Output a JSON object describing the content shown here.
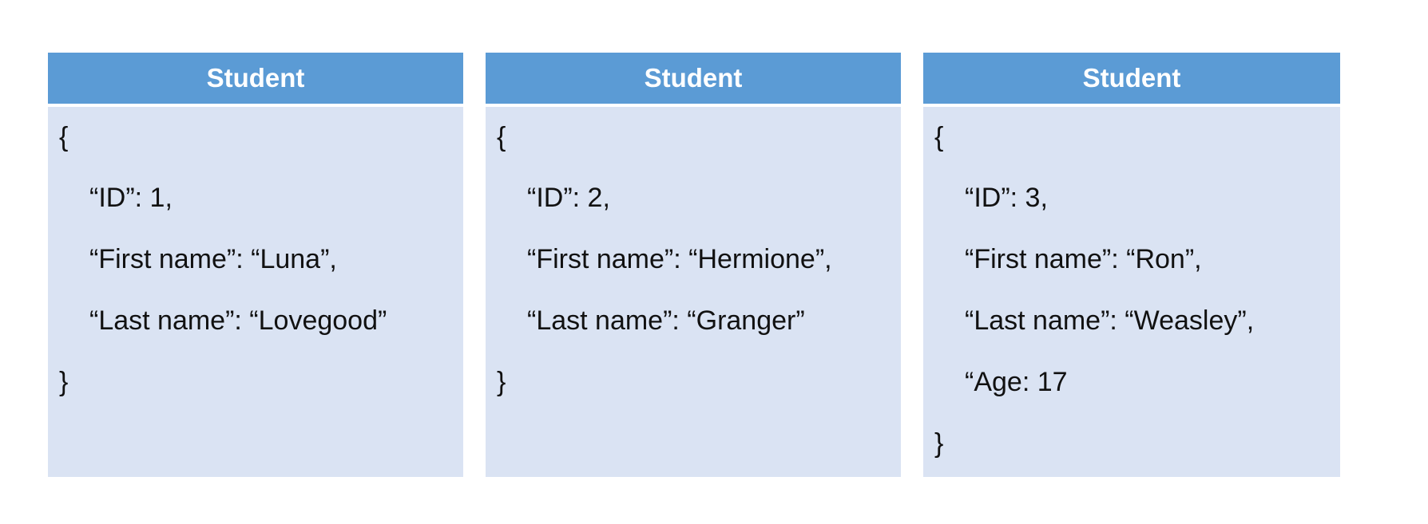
{
  "cards": [
    {
      "header": "Student",
      "lines": [
        "{",
        "“ID”: 1,",
        "“First name”: “Luna”,",
        "“Last name”: “Lovegood”",
        "}"
      ]
    },
    {
      "header": "Student",
      "lines": [
        "{",
        "“ID”: 2,",
        "“First name”: “Hermione”,",
        "“Last name”: “Granger”",
        "}"
      ]
    },
    {
      "header": "Student",
      "lines": [
        "{",
        "“ID”: 3,",
        "“First name”: “Ron”,",
        "“Last name”: “Weasley”,",
        "“Age: 17",
        "}"
      ]
    }
  ]
}
